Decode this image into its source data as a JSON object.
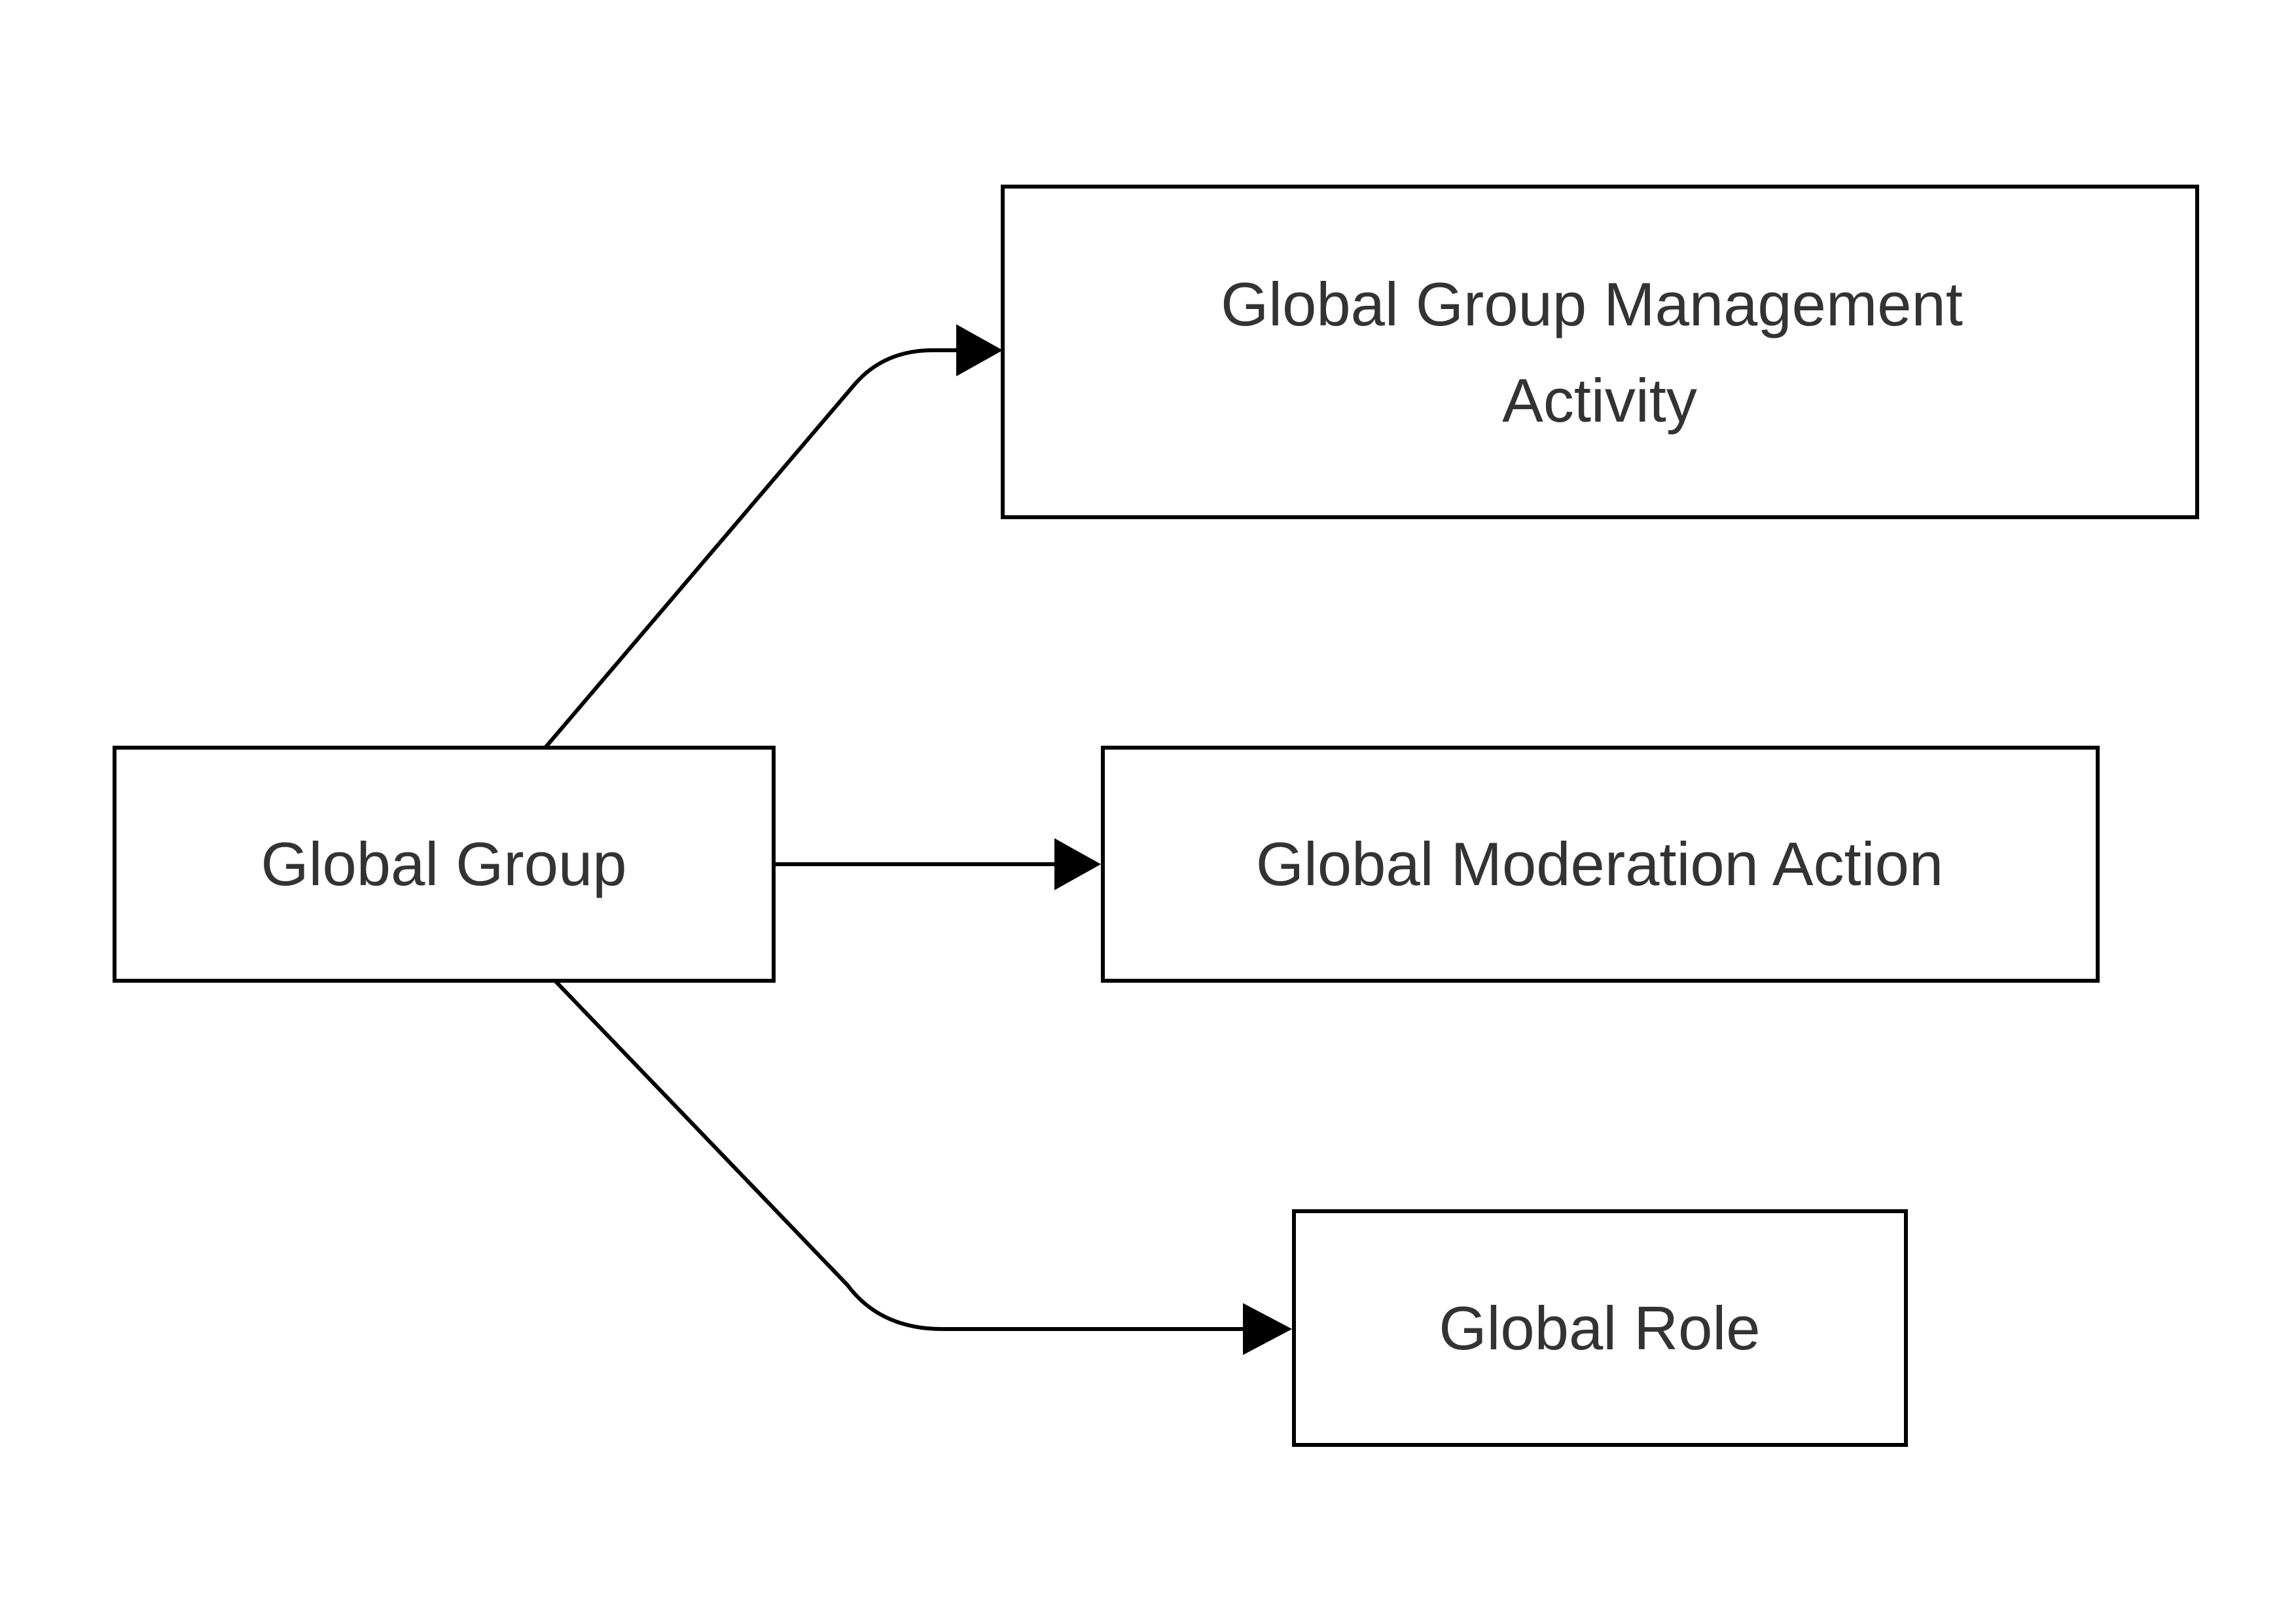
{
  "diagram": {
    "nodes": {
      "global_group": {
        "label": "Global Group"
      },
      "management_activity": {
        "label_line1": "Global Group Management",
        "label_line2": "Activity"
      },
      "moderation_action": {
        "label": "Global Moderation Action"
      },
      "global_role": {
        "label": "Global Role"
      }
    },
    "edges": [
      {
        "from": "Global Group",
        "to": "Global Group Management Activity"
      },
      {
        "from": "Global Group",
        "to": "Global Moderation Action"
      },
      {
        "from": "Global Group",
        "to": "Global Role"
      }
    ],
    "colors": {
      "stroke": "#000000",
      "text": "#333333",
      "background": "#ffffff"
    }
  }
}
